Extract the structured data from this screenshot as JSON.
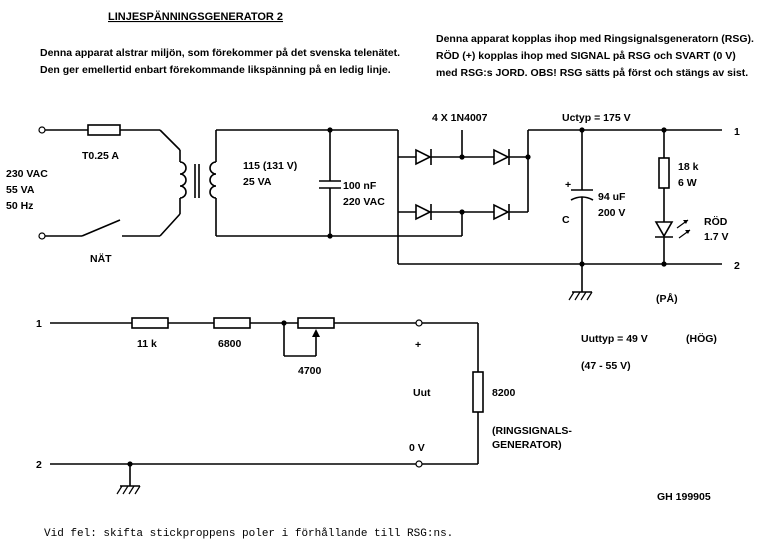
{
  "title": "LINJESPÄNNINGSGENERATOR 2",
  "intro": {
    "left_line1": "Denna apparat alstrar miljön, som förekommer på det svenska telenätet.",
    "left_line2": "Den ger emellertid enbart förekommande likspänning på en ledig linje.",
    "right_line1": "Denna apparat kopplas ihop med Ringsignalsgeneratorn (RSG).",
    "right_line2": "RÖD (+) kopplas ihop med SIGNAL på RSG och SVART (0 V)",
    "right_line3": "med RSG:s JORD.  OBS!  RSG sätts på först och stängs av sist."
  },
  "mains": {
    "voltage": "230 VAC",
    "power": "55 VA",
    "frequency": "50 Hz",
    "fuse": "T0.25 A",
    "switch": "NÄT"
  },
  "transformer": {
    "secondary_voltage": "115 (131 V)",
    "secondary_power": "25 VA"
  },
  "filter_cap": {
    "value": "100 nF",
    "rating": "220 VAC"
  },
  "rectifier": {
    "label": "4 X 1N4007"
  },
  "dc_output": {
    "typical": "Uctyp = 175 V"
  },
  "reservoir_cap": {
    "polarity": "+",
    "value": "94 uF",
    "rating": "200 V",
    "name": "C"
  },
  "led_resistor": {
    "value": "18 k",
    "power": "6 W"
  },
  "led": {
    "color": "RÖD",
    "voltage": "1.7 V",
    "state": "(PÅ)"
  },
  "terminals": {
    "top": "1",
    "bottom": "2"
  },
  "divider": {
    "r1": "11 k",
    "r2": "6800",
    "pot": "4700",
    "load": "8200",
    "load_name_1": "(RINGSIGNALS-",
    "load_name_2": "GENERATOR)",
    "plus": "+",
    "out": "Uut",
    "zero": "0 V",
    "in_top": "1",
    "in_bottom": "2"
  },
  "output_spec": {
    "typical": "Uuttyp = 49 V",
    "mode": "(HÖG)",
    "range": "(47 - 55 V)"
  },
  "signature": "GH  199905",
  "footnote": "Vid fel: skifta stickproppens poler i förhållande till RSG:ns."
}
